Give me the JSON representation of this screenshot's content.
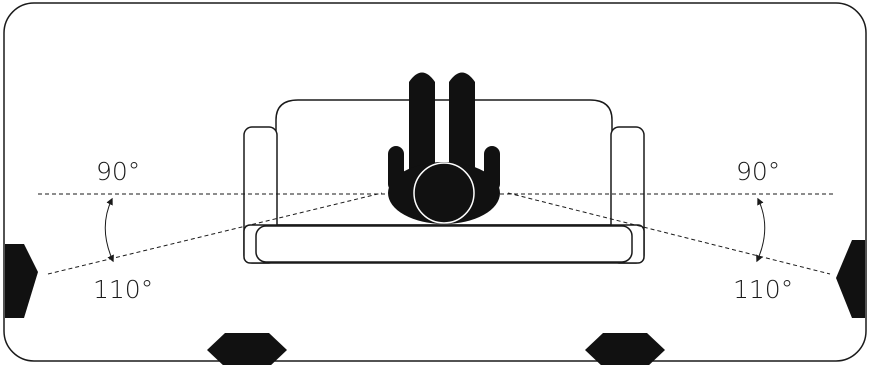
{
  "angles": {
    "left": {
      "horizontal": "90°",
      "lower": "110°"
    },
    "right": {
      "horizontal": "90°",
      "lower": "110°"
    }
  },
  "colors": {
    "stroke": "#1a1a1a",
    "fill_dark": "#111111",
    "background": "#ffffff"
  },
  "icons": {
    "speaker": "hexagon-speaker-icon",
    "listener": "listener-top-view-icon",
    "sofa": "sofa-outline-icon"
  }
}
